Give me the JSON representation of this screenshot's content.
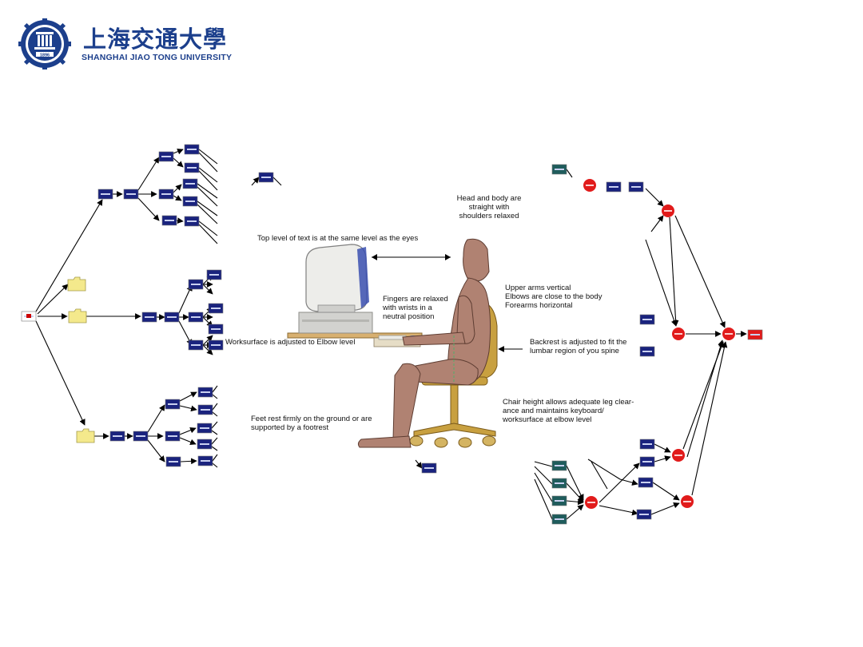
{
  "logo": {
    "name_cn": "上海交通大學",
    "name_en": "SHANGHAI  JIAO TONG  UNIVERSITY",
    "seal_year": "1896"
  },
  "colors": {
    "brand": "#1c3f8c",
    "node_blue": "#1a237e",
    "node_teal": "#1f5c5c",
    "node_red": "#e11b1b",
    "folder": "#f4e98c",
    "skin": "#b08272",
    "chair": "#c8a040"
  },
  "annotations": {
    "head": "Head and body are\nstraight with\nshoulders relaxed",
    "eyes": "Top level of text is at the same level as the eyes",
    "fingers": "Fingers are relaxed\nwith wrists in a\nneutral position",
    "arms": "Upper arms vertical\nElbows are close to the body\nForearms horizontal",
    "worksurface": "Worksurface is adjusted to Elbow level",
    "backrest": "Backrest is adjusted to fit the\nlumbar region of you spine",
    "chair": "Chair height allows adequate leg clear-\nance and maintains keyboard/\nworksurface at elbow level",
    "feet": "Feet rest firmly on the ground or are\nsupported by a footrest"
  }
}
